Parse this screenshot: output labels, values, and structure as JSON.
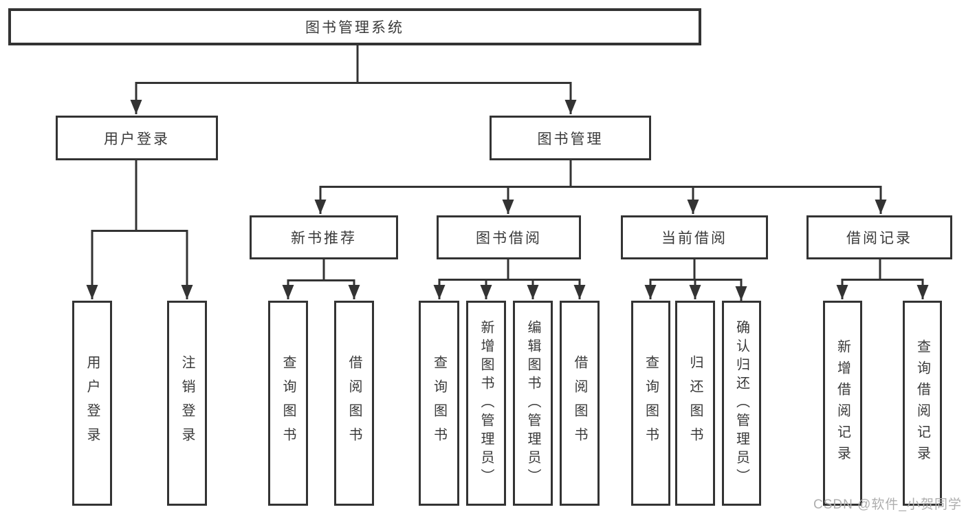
{
  "tree": {
    "root": {
      "label": "图书管理系统",
      "children": [
        {
          "label": "用户登录",
          "children": [
            {
              "label": "用户登录"
            },
            {
              "label": "注销登录"
            }
          ]
        },
        {
          "label": "图书管理",
          "children": [
            {
              "label": "新书推荐",
              "children": [
                {
                  "label": "查询图书"
                },
                {
                  "label": "借阅图书"
                }
              ]
            },
            {
              "label": "图书借阅",
              "children": [
                {
                  "label": "查询图书"
                },
                {
                  "label": "新增图书（管理员）"
                },
                {
                  "label": "编辑图书（管理员）"
                },
                {
                  "label": "借阅图书"
                }
              ]
            },
            {
              "label": "当前借阅",
              "children": [
                {
                  "label": "查询图书"
                },
                {
                  "label": "归还图书"
                },
                {
                  "label": "确认归还（管理员）"
                }
              ]
            },
            {
              "label": "借阅记录",
              "children": [
                {
                  "label": "新增借阅记录"
                },
                {
                  "label": "查询借阅记录"
                }
              ]
            }
          ]
        }
      ]
    }
  },
  "watermark": {
    "text": "CSDN @软件_小贺同学"
  },
  "colors": {
    "line": "#333333",
    "box_border": "#333333",
    "text": "#3a3a3a",
    "watermark": "#aeaeae",
    "background": "#ffffff"
  }
}
